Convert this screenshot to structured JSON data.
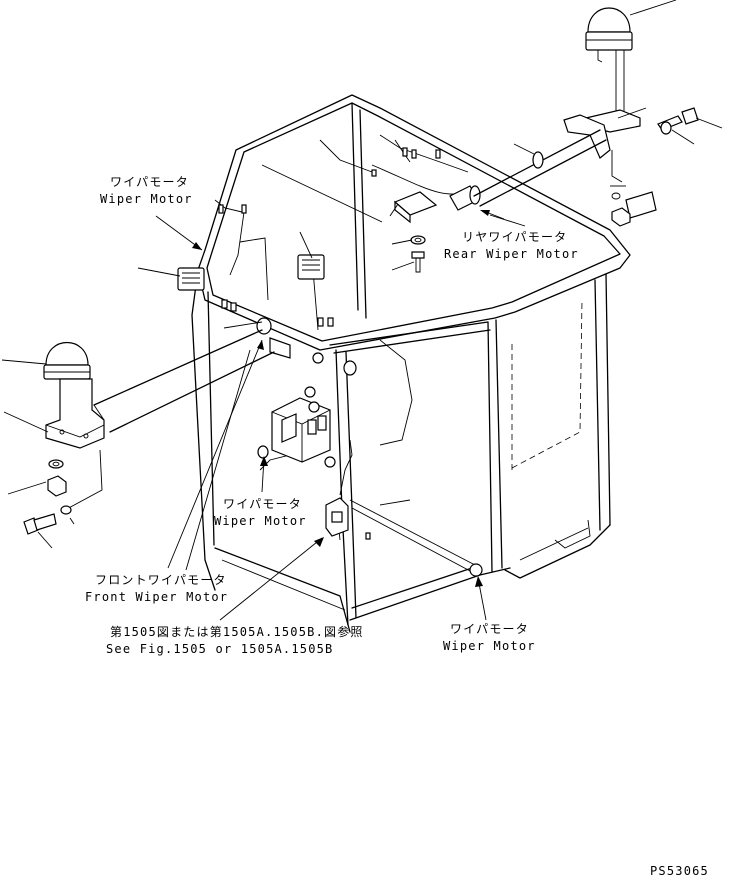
{
  "labels": {
    "wiper_motor_top_jp": "ワイパモータ",
    "wiper_motor_top_en": "Wiper Motor",
    "rear_wiper_jp": "リヤワイパモータ",
    "rear_wiper_en": "Rear Wiper Motor",
    "wiper_motor_mid_jp": "ワイパモータ",
    "wiper_motor_mid_en": "Wiper Motor",
    "front_wiper_jp": "フロントワイパモータ",
    "front_wiper_en": "Front Wiper Motor",
    "see_fig_jp": "第1505図または第1505A.1505B.図参照",
    "see_fig_en": "See Fig.1505 or 1505A.1505B",
    "wiper_motor_right_jp": "ワイパモータ",
    "wiper_motor_right_en": "Wiper Motor",
    "part_code": "PS53065"
  }
}
